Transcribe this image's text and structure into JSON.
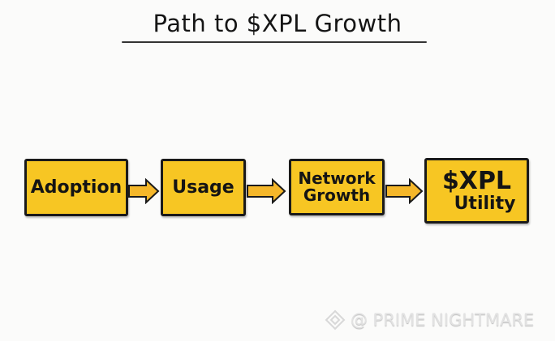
{
  "title": "Path to $XPL Growth",
  "steps": [
    {
      "label": "Adoption"
    },
    {
      "label": "Usage"
    },
    {
      "label_line1": "Network",
      "label_line2": "Growth"
    },
    {
      "label_line1": "$XPL",
      "label_line2": "Utility"
    }
  ],
  "colors": {
    "box": "#f7c623",
    "arrow": "#f5b72a",
    "outline": "#1a1a1a"
  },
  "watermark": "@ PRIME NIGHTMARE"
}
